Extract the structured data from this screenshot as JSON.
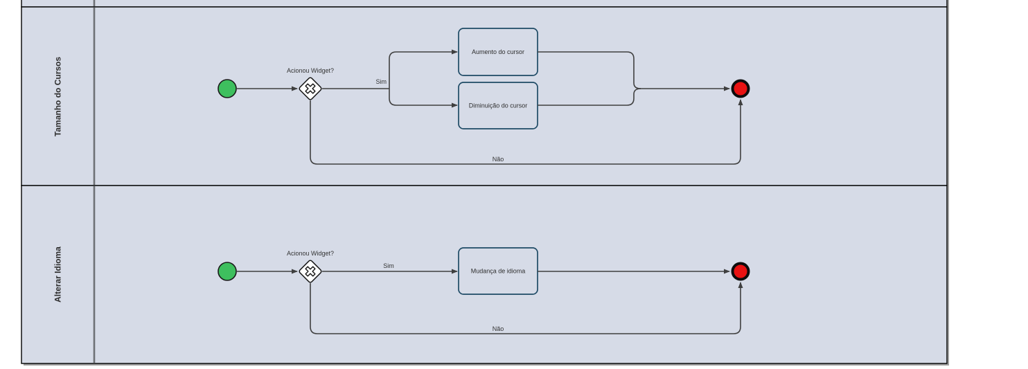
{
  "pool": {
    "lanes": [
      {
        "label": "Tamanho do Cursos",
        "gateway_label": "Acionou Widget?",
        "branch_yes": "Sim",
        "branch_no": "Não",
        "tasks": [
          "Aumento do cursor",
          "Diminuição do cursor"
        ]
      },
      {
        "label": "Alterar Idioma",
        "gateway_label": "Acionou Widget?",
        "branch_yes": "Sim",
        "branch_no": "Não",
        "tasks": [
          "Mudança de idioma"
        ]
      }
    ]
  },
  "colors": {
    "lane_fill": "#d6dbe7",
    "task_fill": "#d6dbe7",
    "task_border": "#1e4a65",
    "start_event_fill": "#3ebf5e",
    "end_event_fill": "#e81212",
    "connector": "#3f3f3f",
    "lane_border": "#000000",
    "label_divider": "#6e7176",
    "shadow": "#8f8f8f"
  }
}
